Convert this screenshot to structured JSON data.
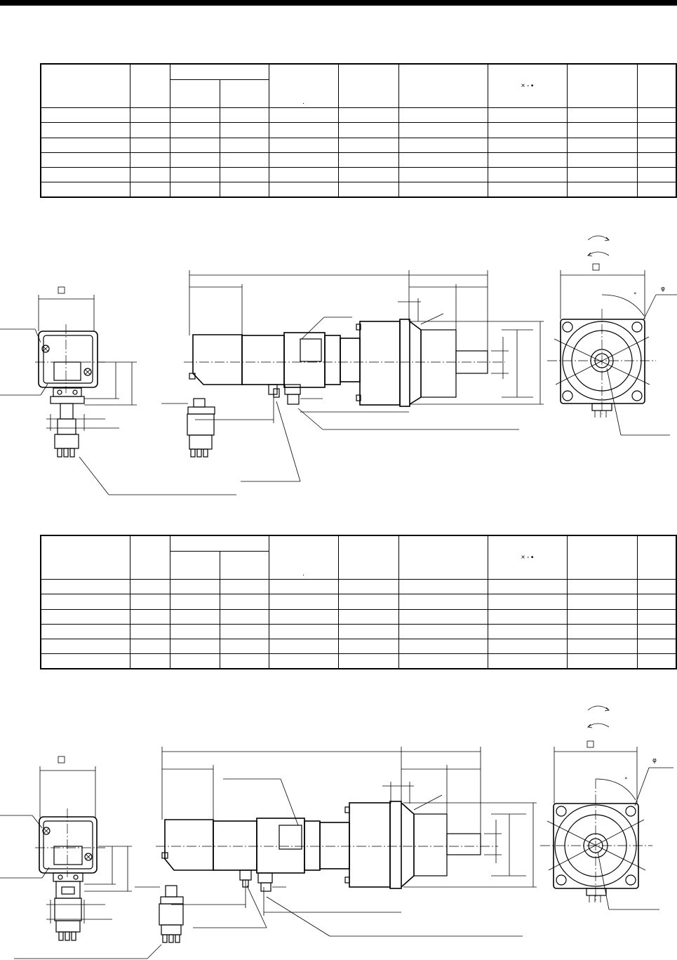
{
  "tables": [
    {
      "rows": 6,
      "symbols": {
        "dot": "·",
        "times": "×",
        "dash": "-",
        "square": "▪"
      }
    },
    {
      "rows": 6,
      "symbols": {
        "dot": "·",
        "times": "×",
        "dash": "-",
        "square": "▪"
      }
    }
  ],
  "drawings": [
    {
      "square_symbol": "□",
      "degree_symbol": "°",
      "phi_symbol": "φ"
    },
    {
      "square_symbol": "□",
      "degree_symbol": "°",
      "phi_symbol": "φ"
    }
  ]
}
